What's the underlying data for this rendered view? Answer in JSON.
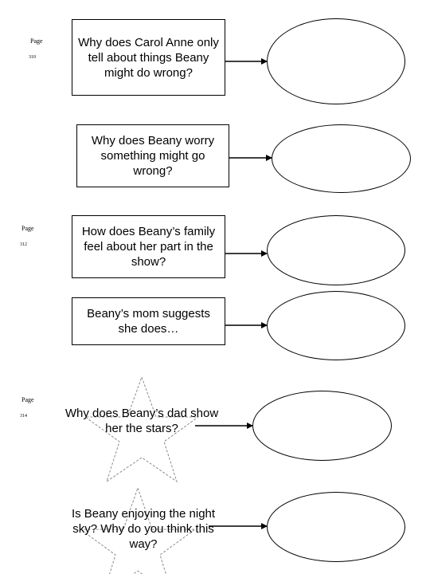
{
  "page_labels": [
    {
      "word": "Page",
      "number": "310"
    },
    {
      "word": "Page",
      "number": "312"
    },
    {
      "word": "Page",
      "number": "314"
    }
  ],
  "questions": [
    "Why does Carol Anne only tell about things Beany might do wrong?",
    "Why does Beany worry something might go wrong?",
    "How does Beany’s family feel about her part in the show?",
    "Beany’s mom suggests she does…",
    "Why does Beany’s dad show her the stars?",
    "Is Beany enjoying the night sky?  Why do you think this way?"
  ]
}
